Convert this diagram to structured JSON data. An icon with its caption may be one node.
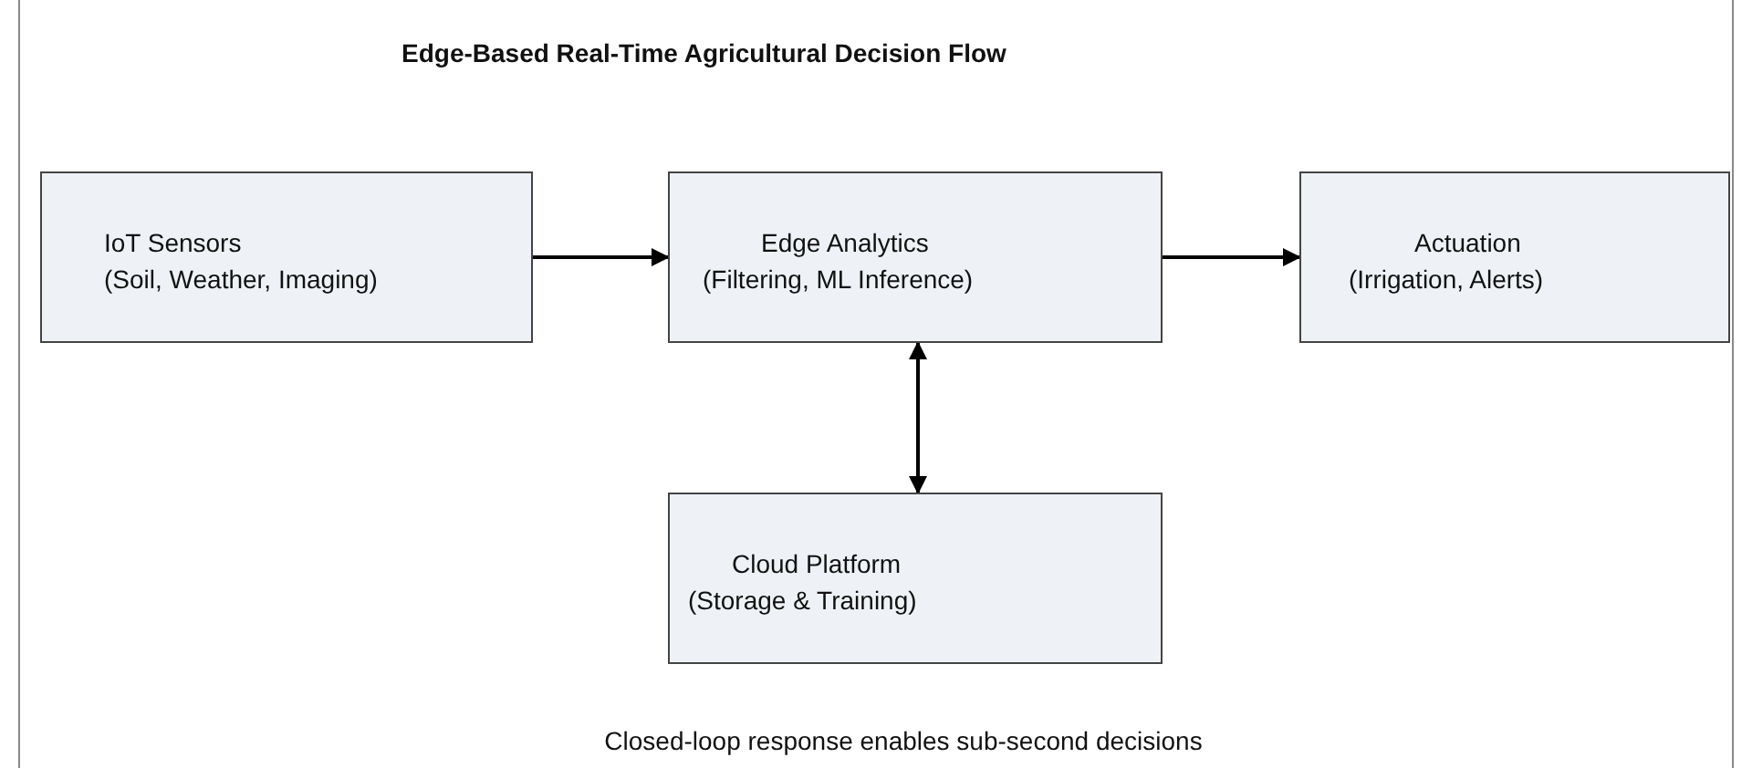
{
  "diagram": {
    "title": "Edge-Based Real-Time Agricultural Decision Flow",
    "nodes": [
      {
        "text": [
          "IoT Sensors",
          "(Soil, Weather, Imaging)"
        ]
      },
      {
        "text": [
          "Edge Analytics",
          "(Filtering, ML Inference)"
        ]
      },
      {
        "text": [
          "Actuation",
          "(Irrigation, Alerts)"
        ]
      },
      {
        "text": [
          "Cloud Platform",
          "(Storage & Training)"
        ]
      }
    ],
    "edges": [
      {
        "from": 0,
        "to": 1,
        "arrow": "to"
      },
      {
        "from": 1,
        "to": 2,
        "arrow": "to"
      },
      {
        "from": 1,
        "to": 3,
        "arrow": "both"
      }
    ],
    "caption": "Closed-loop response enables sub-second decisions"
  }
}
